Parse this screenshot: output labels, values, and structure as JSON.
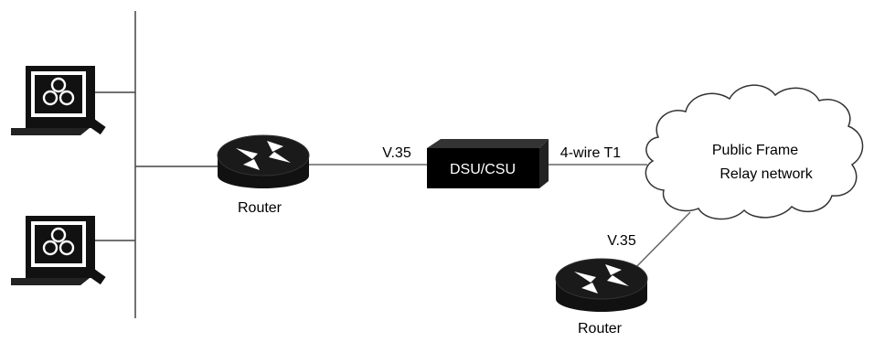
{
  "diagram": {
    "routers": [
      {
        "label": "Router"
      },
      {
        "label": "Router"
      }
    ],
    "dsu_label": "DSU/CSU",
    "links": {
      "router_to_dsu": "V.35",
      "dsu_to_cloud": "4-wire T1",
      "router_to_cloud": "V.35"
    },
    "cloud": {
      "line1": "Public Frame",
      "line2": "Relay network"
    },
    "workstations": [
      {
        "icon": "workstation-icon"
      },
      {
        "icon": "workstation-icon"
      }
    ],
    "colors": {
      "line": "#555555",
      "device": "#000000",
      "device_text": "#ffffff",
      "background": "#ffffff"
    }
  }
}
